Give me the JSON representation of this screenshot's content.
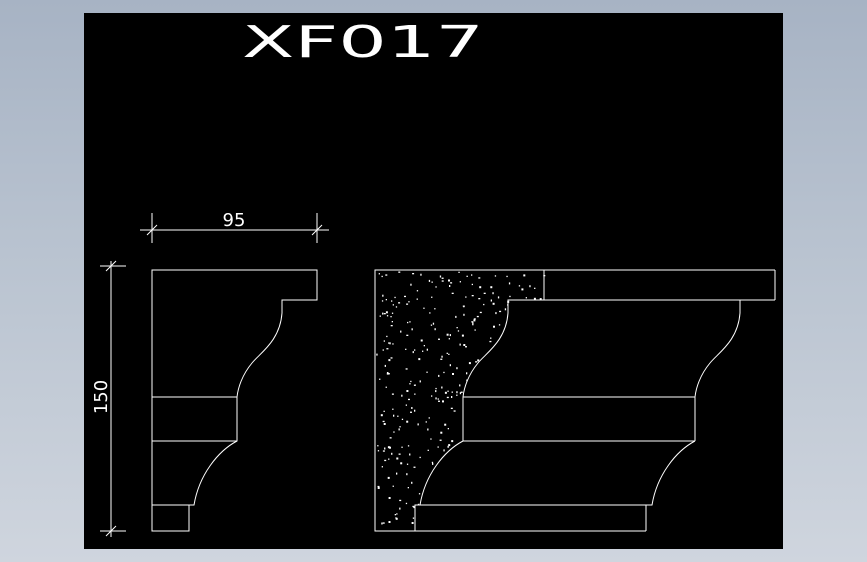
{
  "drawing": {
    "title": "XF017",
    "dimension_width": "95",
    "dimension_height": "150"
  },
  "colors": {
    "canvas_background": "#000000",
    "line": "#ffffff",
    "window_background": "#b4bfcd"
  }
}
